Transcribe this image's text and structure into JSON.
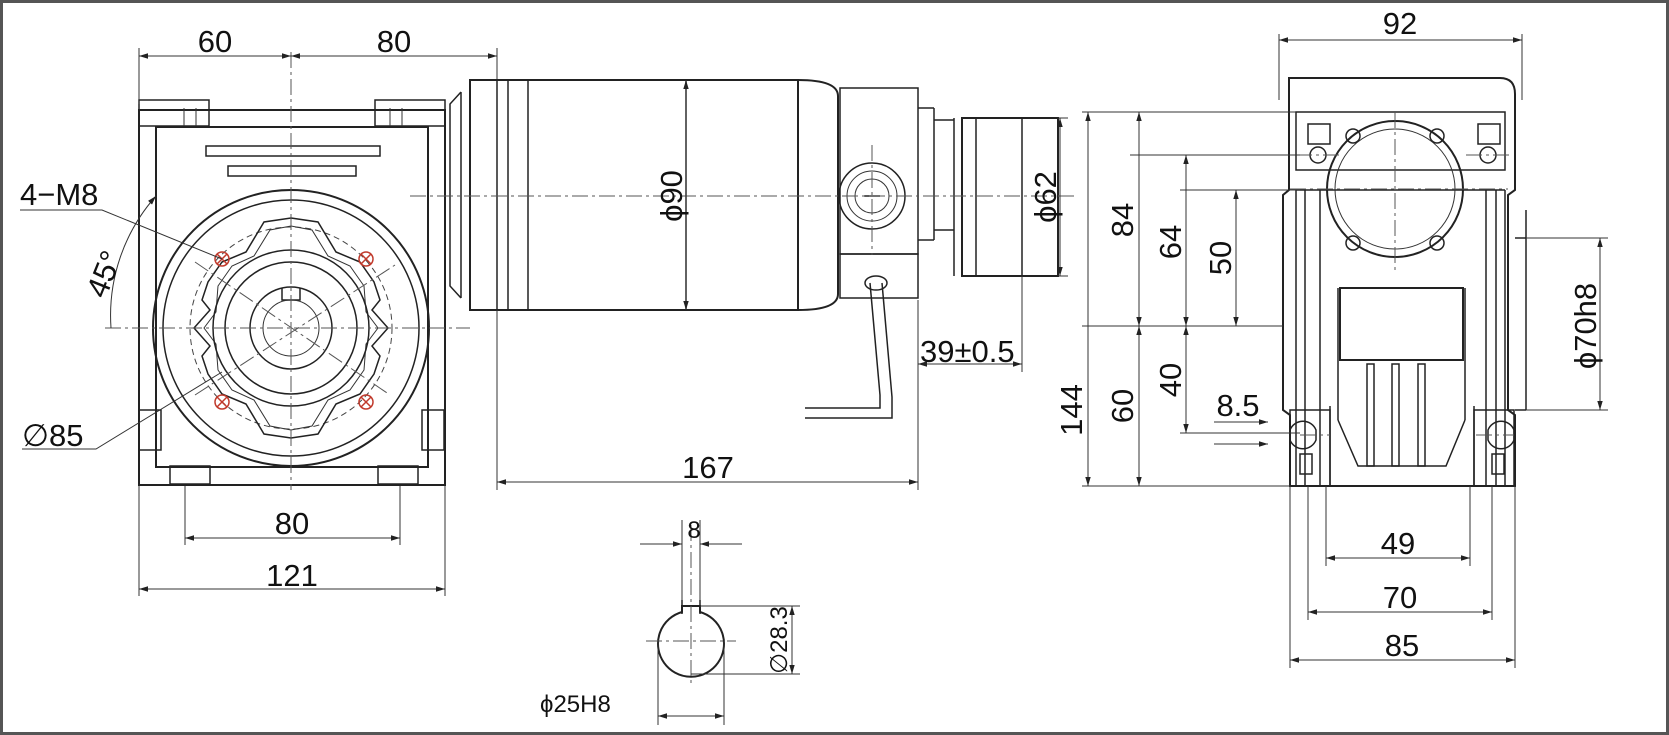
{
  "colors": {
    "line": "#222222",
    "hole_marker": "#c0392b",
    "background": "#ffffff"
  },
  "front_view": {
    "dim_top_left": "60",
    "dim_top_right": "80",
    "mount_holes": "4−M8",
    "angle": "45°",
    "pitch_circle": "∅85",
    "dim_bottom_inner": "80",
    "dim_bottom_outer": "121"
  },
  "motor": {
    "diameter": "ϕ90",
    "brake_diameter": "ϕ62",
    "brake_length": "39±0.5",
    "length": "167"
  },
  "shaft_section": {
    "key_width": "8",
    "key_height": "∅28.3",
    "bore": "ϕ25H8"
  },
  "side_view": {
    "dim_top": "92",
    "dim_84": "84",
    "dim_64": "64",
    "dim_50": "50",
    "dim_40": "40",
    "dim_60": "60",
    "dim_144": "144",
    "dim_8_5": "8.5",
    "flange": "ϕ70h8",
    "dim_49": "49",
    "dim_70": "70",
    "dim_85": "85"
  }
}
